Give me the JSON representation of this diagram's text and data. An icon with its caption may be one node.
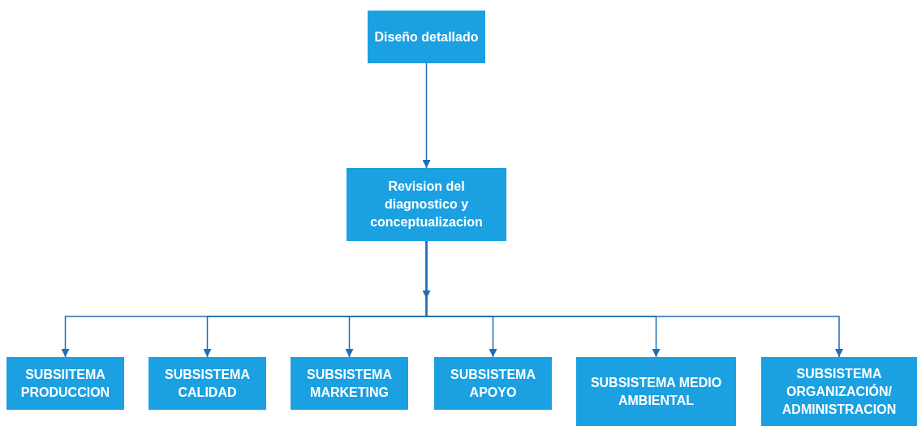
{
  "diagram": {
    "nodes": [
      {
        "text": [
          "Diseño detallado"
        ]
      },
      {
        "text": [
          "Revision del diagnostico y conceptualizacion"
        ]
      },
      {
        "text": [
          "SUBSIITEMA PRODUCCION"
        ]
      },
      {
        "text": [
          "SUBSISTEMA CALIDAD"
        ]
      },
      {
        "text": [
          "SUBSISTEMA MARKETING"
        ]
      },
      {
        "text": [
          "SUBSISTEMA APOYO"
        ]
      },
      {
        "text": [
          "SUBSISTEMA MEDIO AMBIENTAL"
        ]
      },
      {
        "text": [
          "SUBSISTEMA ORGANIZACIÓN/ ADMINISTRACION"
        ]
      }
    ],
    "edges": [
      {
        "from": 0,
        "to": 1,
        "arrow": "to"
      },
      {
        "from": 1,
        "to": 2,
        "arrow": "to"
      },
      {
        "from": 1,
        "to": 3,
        "arrow": "to"
      },
      {
        "from": 1,
        "to": 4,
        "arrow": "to"
      },
      {
        "from": 1,
        "to": 5,
        "arrow": "to"
      },
      {
        "from": 1,
        "to": 6,
        "arrow": "to"
      },
      {
        "from": 1,
        "to": 7,
        "arrow": "to"
      }
    ]
  }
}
